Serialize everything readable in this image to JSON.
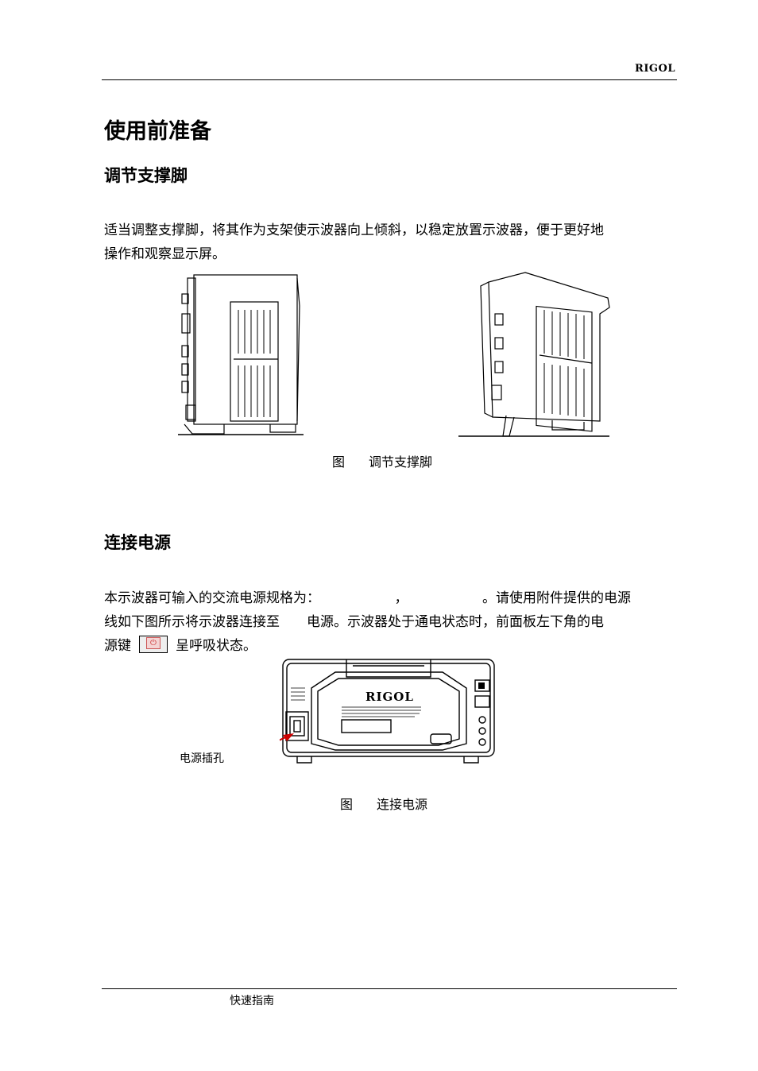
{
  "header": {
    "brand": "RIGOL"
  },
  "page_title": "使用前准备",
  "section1": {
    "title": "调节支撑脚",
    "para_lines": [
      "适当调整支撑脚，将其作为支架使示波器向上倾斜，以稳定放置示波器，便于更好地",
      "操作和观察显示屏。"
    ],
    "figure_caption": {
      "prefix": "图",
      "text": "调节支撑脚"
    }
  },
  "section2": {
    "title": "连接电源",
    "para_lines": [
      "本示波器可输入的交流电源规格为：　　　　　　，　　　　　　。请使用附件提供的电源",
      "线如下图所示将示波器连接至　　电源。示波器处于通电状态时，前面板左下角的电"
    ],
    "line3_before": "源键",
    "line3_after": "呈呼吸状态。",
    "callout_label": "电源插孔",
    "device_brand": "RIGOL",
    "figure_caption": {
      "prefix": "图",
      "text": "连接电源"
    }
  },
  "footer": {
    "text": "快速指南"
  }
}
